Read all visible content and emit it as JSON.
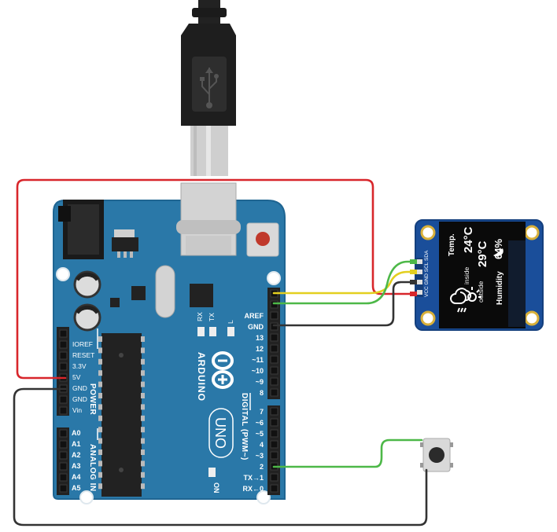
{
  "board": {
    "brand": "ARDUINO",
    "model": "UNO",
    "on_label": "ON",
    "tx_label": "TX",
    "rx_label": "RX",
    "l_label": "L",
    "power_section": "POWER",
    "analog_section": "ANALOG IN",
    "digital_section": "DIGITAL (PWM~)",
    "power_pins": [
      "IOREF",
      "RESET",
      "3.3V",
      "5V",
      "GND",
      "GND",
      "Vin"
    ],
    "analog_pins": [
      "A0",
      "A1",
      "A2",
      "A3",
      "A4",
      "A5"
    ],
    "digital_top": [
      "AREF",
      "GND",
      "13",
      "12",
      "~11",
      "~10",
      "~9",
      "8"
    ],
    "digital_bottom": [
      "7",
      "~6",
      "~5",
      "4",
      "~3",
      "2",
      "TX→1",
      "RX←0"
    ]
  },
  "oled": {
    "pin_labels": "VCC GND SCL SDA",
    "temp_title": "Temp.",
    "inside_label": "inside",
    "inside_value": "24°C",
    "outside_label": "outside",
    "outside_value": "29°C",
    "humidity_label": "Humidity",
    "humidity_value": "64%"
  },
  "colors": {
    "board": "#2a78a8",
    "wire_power": "#d8262b",
    "wire_ground": "#333333",
    "wire_sda": "#e3cf1f",
    "wire_scl": "#4db848",
    "wire_button": "#4db848"
  }
}
